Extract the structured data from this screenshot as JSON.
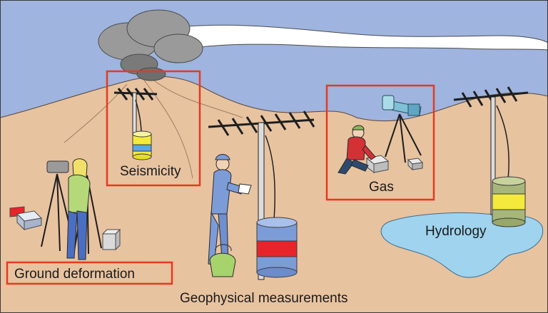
{
  "labels": {
    "seismicity": "Seismicity",
    "gas": "Gas",
    "hydrology": "Hydrology",
    "ground_deformation": "Ground deformation",
    "geophysical": "Geophysical measurements"
  },
  "colors": {
    "sky": "#9fb4de",
    "ground": "#e8c3a0",
    "water": "#9fd3ee",
    "highlight_box": "#e63a1e",
    "plume": "#9a9a9a",
    "barrel_red": "#e8242a",
    "barrel_yellow": "#f4ea3c",
    "barrel_blue": "#7c9cd8",
    "barrel_green": "#b4bf8e"
  }
}
